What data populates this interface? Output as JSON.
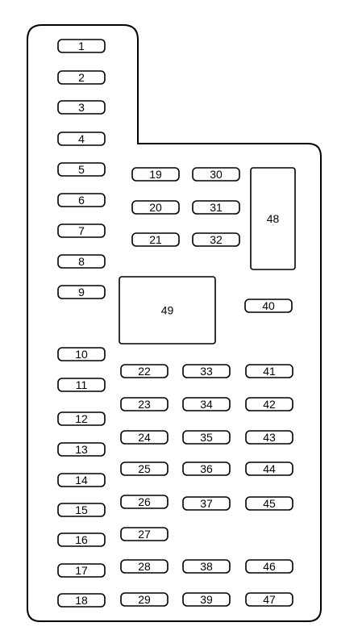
{
  "fuses": [
    "1",
    "2",
    "3",
    "4",
    "5",
    "6",
    "7",
    "8",
    "9",
    "10",
    "11",
    "12",
    "13",
    "14",
    "15",
    "16",
    "17",
    "18",
    "19",
    "20",
    "21",
    "22",
    "23",
    "24",
    "25",
    "26",
    "27",
    "28",
    "29",
    "30",
    "31",
    "32",
    "33",
    "34",
    "35",
    "36",
    "37",
    "38",
    "39",
    "40",
    "41",
    "42",
    "43",
    "44",
    "45",
    "46",
    "47"
  ],
  "relays": [
    "48",
    "49"
  ]
}
